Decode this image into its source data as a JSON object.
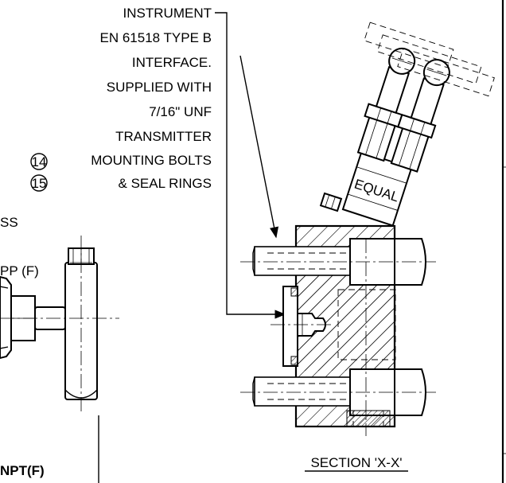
{
  "labels": {
    "interface_lines": [
      "INSTRUMENT",
      "EN 61518 TYPE B",
      "INTERFACE.",
      "SUPPLIED WITH",
      "7/16\" UNF",
      "TRANSMITTER",
      "MOUNTING BOLTS",
      "& SEAL RINGS"
    ],
    "balloon_14": "14",
    "balloon_15": "15",
    "partial_ss": "SS",
    "partial_pp": "PP (F)",
    "partial_npt": "NPT(F)",
    "section_title": "SECTION 'X-X'",
    "equal_engraving": "EQUAL"
  }
}
